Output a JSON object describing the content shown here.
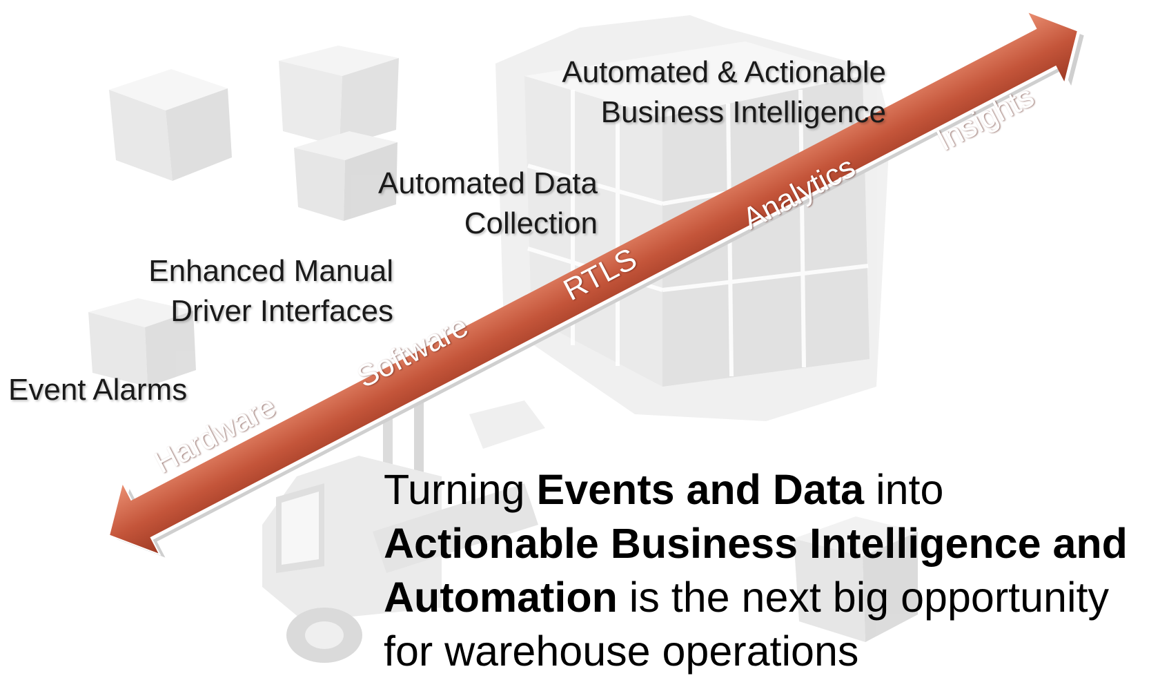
{
  "stages": {
    "event_alarms": "Event Alarms",
    "enhanced_manual": [
      "Enhanced Manual",
      "Driver Interfaces"
    ],
    "automated_data": [
      "Automated Data",
      "Collection"
    ],
    "automated_bi": [
      "Automated & Actionable",
      "Business Intelligence"
    ]
  },
  "arrow_words": [
    "Hardware",
    "Software",
    "RTLS",
    "Analytics",
    "Insights"
  ],
  "statement": {
    "part1": "Turning ",
    "bold1": "Events and Data",
    "part2": " into ",
    "bold2": "Actionable Business Intelligence and Automation",
    "part3": " is the next big opportunity for warehouse operations"
  },
  "colors": {
    "arrow_dark": "#b4442c",
    "arrow_light": "#e68a6c",
    "cube_face": "#ececec"
  }
}
